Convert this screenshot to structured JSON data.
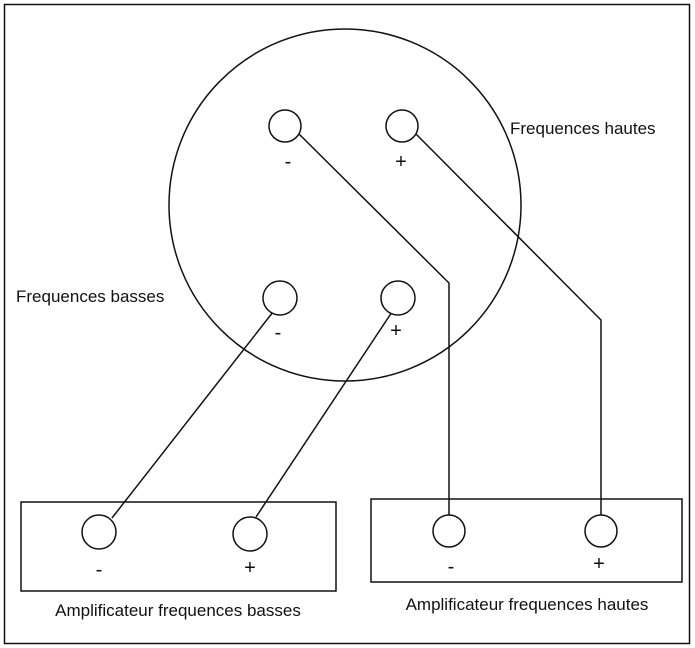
{
  "colors": {
    "line": "#111111",
    "background": "#ffffff"
  },
  "labels": {
    "high_freq": "Frequences hautes",
    "low_freq": "Frequences basses",
    "amp_low": "Amplificateur frequences basses",
    "amp_high": "Amplificateur frequences hautes"
  },
  "signs": {
    "neg": "-",
    "pos": "+"
  }
}
